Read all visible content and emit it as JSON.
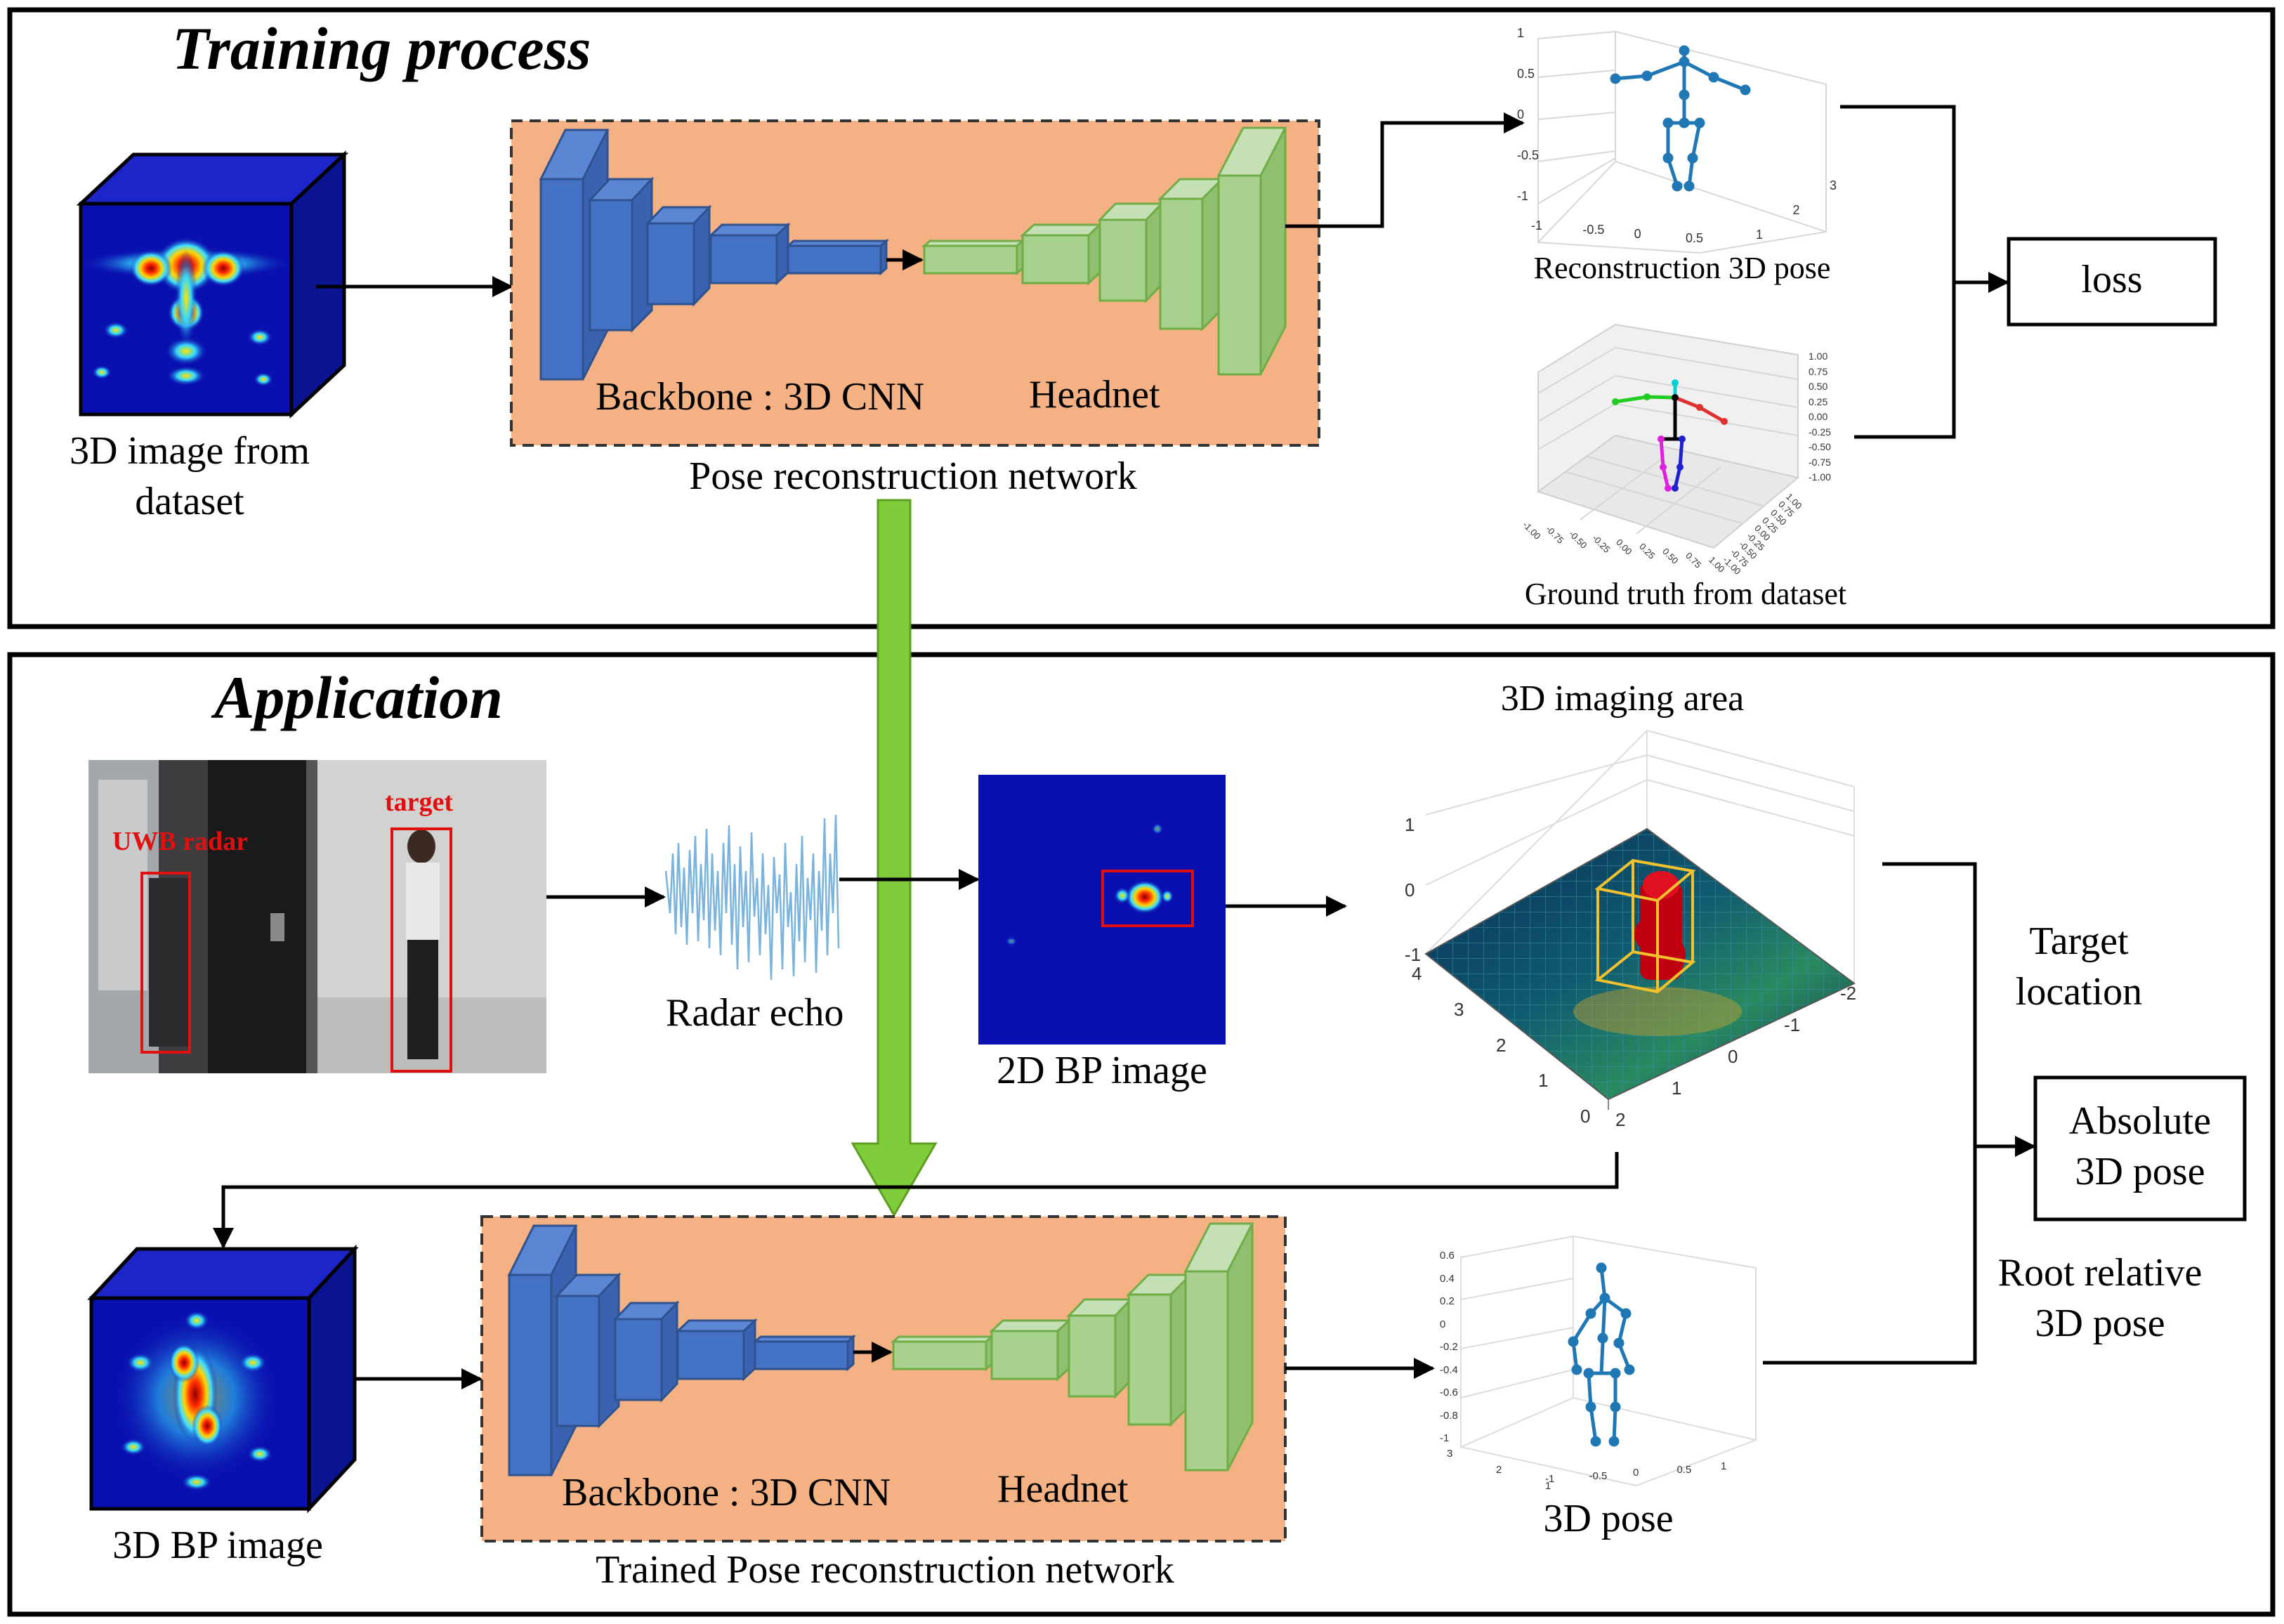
{
  "training": {
    "title": "Training process",
    "input_label_line1": "3D image from",
    "input_label_line2": "dataset",
    "backbone_label": "Backbone : 3D CNN",
    "headnet_label": "Headnet",
    "network_label": "Pose reconstruction network",
    "reconstruction_label": "Reconstruction 3D pose",
    "ground_truth_label": "Ground truth from dataset",
    "loss_label": "loss",
    "recon_axes": {
      "z_ticks": [
        "1",
        "0.5",
        "0",
        "-0.5",
        "-1"
      ],
      "x_ticks": [
        "-1",
        "-0.5",
        "0",
        "0.5"
      ],
      "y_ticks": [
        "3",
        "2",
        "1"
      ]
    },
    "gt_axes": {
      "z_ticks": [
        "1.00",
        "0.75",
        "0.50",
        "0.25",
        "0.00",
        "-0.25",
        "-0.50",
        "-0.75",
        "-1.00"
      ],
      "x_ticks": [
        "-1.00",
        "-0.75",
        "-0.50",
        "-0.25",
        "0.00",
        "0.25",
        "0.50",
        "0.75",
        "1.00"
      ],
      "y_ticks": [
        "1.00",
        "0.75",
        "0.50",
        "0.25",
        "0.00",
        "-0.25",
        "-0.50",
        "-0.75",
        "-1.00"
      ]
    }
  },
  "application": {
    "title": "Application",
    "photo_label_radar": "UWB radar",
    "photo_label_target": "target",
    "radar_echo_label": "Radar echo",
    "bp2d_label": "2D BP image",
    "imaging_area_label": "3D imaging area",
    "imaging_axes": {
      "z_ticks": [
        "1",
        "0",
        "-1"
      ],
      "y_ticks": [
        "4",
        "3",
        "2",
        "1",
        "0"
      ],
      "x_ticks": [
        "2",
        "1",
        "0",
        "-1",
        "-2"
      ]
    },
    "target_location_line1": "Target",
    "target_location_line2": "location",
    "absolute_line1": "Absolute",
    "absolute_line2": "3D pose",
    "root_relative_line1": "Root relative",
    "root_relative_line2": "3D pose",
    "bp3d_label": "3D BP image",
    "backbone_label": "Backbone : 3D CNN",
    "headnet_label": "Headnet",
    "trained_network_label": "Trained Pose reconstruction network",
    "pose_label": "3D pose",
    "pose_axes": {
      "z_ticks": [
        "0.6",
        "0.4",
        "0.2",
        "0",
        "-0.2",
        "-0.4",
        "-0.6",
        "-0.8",
        "-1"
      ],
      "x_ticks": [
        "-1",
        "-0.5",
        "0",
        "0.5",
        "1"
      ],
      "y_ticks": [
        "3",
        "2",
        "1"
      ]
    }
  },
  "colors": {
    "frame": "#000000",
    "network_fill": "#f4b183",
    "backbone_blue": "#4472c4",
    "headnet_green": "#a9d18e",
    "heatmap_bg": "#0a10b0",
    "big_arrow_green": "#7fcd3a",
    "skeleton_blue": "#1f77b4",
    "box_yellow": "#f2c12e",
    "annotation_red": "#e01010"
  }
}
